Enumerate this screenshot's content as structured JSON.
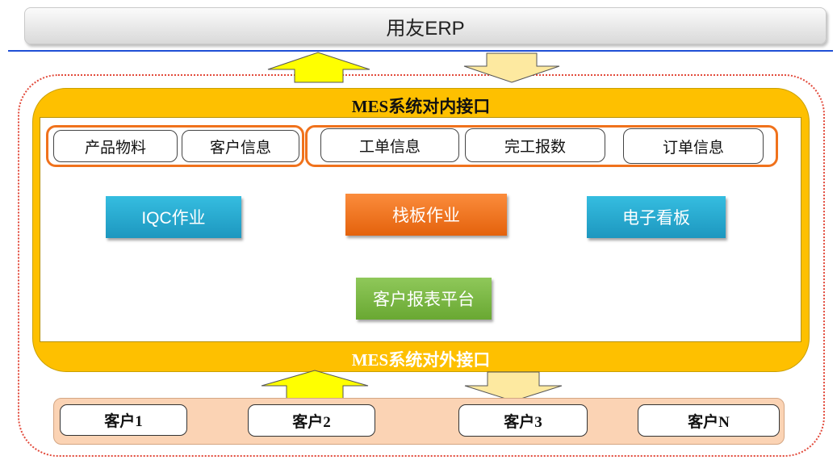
{
  "erp": {
    "title": "用友ERP"
  },
  "mes": {
    "inner_interface": "MES系统对内接口",
    "outer_interface": "MES系统对外接口",
    "erp_tags": [
      "产品物料",
      "客户信息",
      "工单信息",
      "完工报数",
      "订单信息"
    ],
    "modules": {
      "iqc": "IQC作业",
      "pallet": "栈板作业",
      "board": "电子看板",
      "report": "客户报表平台"
    }
  },
  "customers": [
    "客户1",
    "客户2",
    "客户3",
    "客户N"
  ],
  "colors": {
    "mes_frame": "#fec000",
    "group_border": "#f0721c",
    "module_blue": "#2aa9d2",
    "module_orange": "#f47a25",
    "module_green": "#7ab844",
    "arrow_up": "#ffff00",
    "arrow_down": "#fde9a0",
    "boundary": "#e24a3b",
    "rule_line": "#1f4fd6"
  }
}
